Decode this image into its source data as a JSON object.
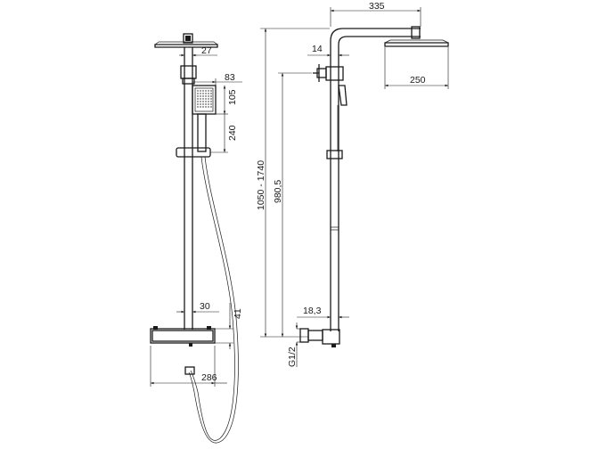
{
  "labels": {
    "overhead_arm_width": "335",
    "arm_pipe_diameter": "14",
    "side_head_width": "250",
    "front_head_mount": "27",
    "hand_shower_width": "83",
    "hand_shower_height": "105",
    "slide_height": "240",
    "total_height_range": "1050 - 1740",
    "connection_height": "980,5",
    "valve_projection": "30",
    "valve_height": "41",
    "valve_width": "286",
    "pipe_offset": "18,3",
    "thread_size": "G1/2"
  }
}
